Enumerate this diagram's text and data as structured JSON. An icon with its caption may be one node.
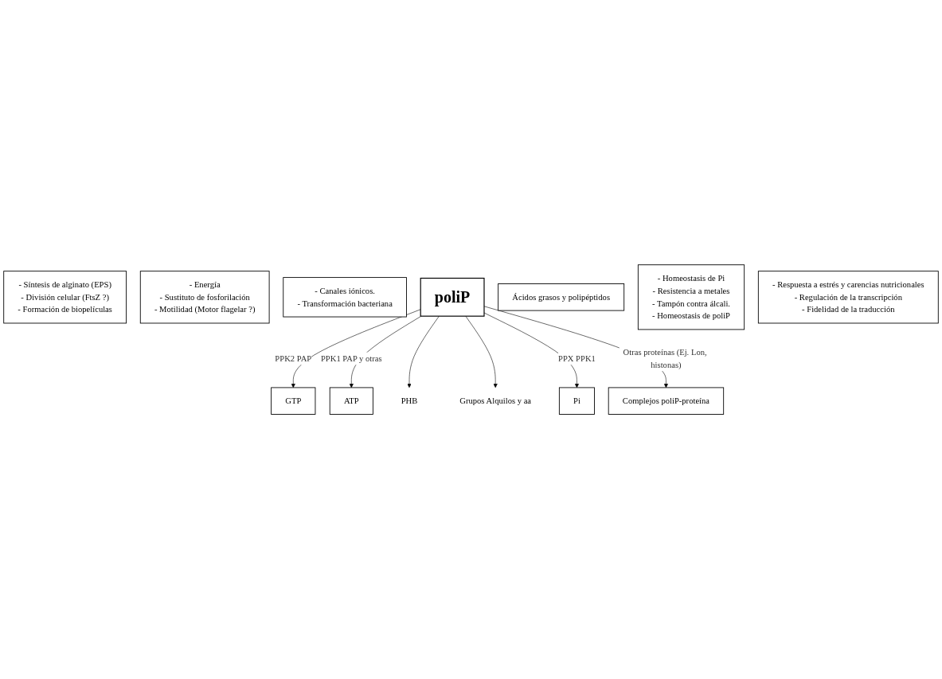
{
  "diagram": {
    "nodes": [
      {
        "text": [
          "- Síntesis de alginato (EPS)",
          "- División celular (FtsZ ?)",
          "- Formación de biopelículas"
        ]
      },
      {
        "text": [
          "- Energía",
          "- Sustituto de fosforilación",
          "- Motilidad (Motor flagelar ?)"
        ]
      },
      {
        "text": [
          "GTP"
        ]
      },
      {
        "text": [
          "ATP"
        ]
      },
      {
        "text": [
          "- Canales iónicos.",
          "- Transformación bacteriana"
        ]
      },
      {
        "text": [
          "PHB"
        ]
      },
      {
        "text": [
          "poliP"
        ]
      },
      {
        "text": [
          "Grupos Alquilos y aa"
        ]
      },
      {
        "text": [
          "Ácidos grasos y polipéptidos"
        ]
      },
      {
        "text": [
          "Pi"
        ]
      },
      {
        "text": [
          "Complejos poliP-proteína"
        ]
      },
      {
        "text": [
          "- Homeostasis de Pi",
          "- Resistencia a metales",
          "- Tampón contra álcali.",
          "- Homeostasis de poliP"
        ]
      },
      {
        "text": [
          "- Respuesta a estrés y carencias nutricionales",
          "- Regulación de la transcripción",
          "- Fidelidad de la traducción"
        ]
      }
    ],
    "edges": [
      {
        "from": 6,
        "to": 2,
        "arrow": "to",
        "label": "PPK2 PAP"
      },
      {
        "from": 6,
        "to": 3,
        "arrow": "to",
        "label": "PPK1 PAP y otras"
      },
      {
        "from": 6,
        "to": 5,
        "arrow": "to"
      },
      {
        "from": 6,
        "to": 7,
        "arrow": "to"
      },
      {
        "from": 6,
        "to": 9,
        "arrow": "to",
        "label": "PPX PPK1"
      },
      {
        "from": 6,
        "to": 10,
        "arrow": "to",
        "label": "Otras proteínas (Ej. Lon, histonas)"
      }
    ]
  }
}
